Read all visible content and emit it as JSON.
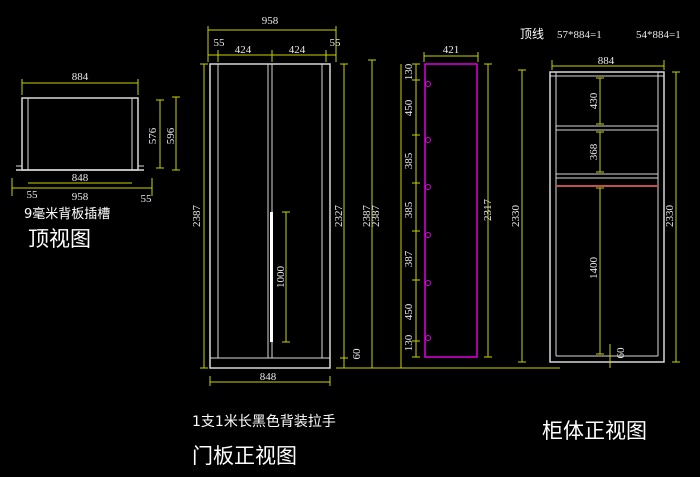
{
  "colors": {
    "background": "#000000",
    "dimension": "#c8d400",
    "panel": "#d7d7d7",
    "highlight": "#e000e0",
    "text": "#ffffff",
    "rail": "#c05050"
  },
  "top_view": {
    "title": "顶视图",
    "note": "9毫米背板插槽",
    "dims": {
      "width": "884",
      "inner": "848",
      "depth_inner": "576",
      "depth": "596",
      "left_margin": "55",
      "overall": "958",
      "right_margin": "55"
    }
  },
  "door_view": {
    "title": "门板正视图",
    "note": "1支1米长黑色背装拉手",
    "dims": {
      "overall": "958",
      "left_edge": "55",
      "left_door": "424",
      "right_door": "424",
      "right_edge": "55",
      "height": "2387",
      "inner_height": "2327",
      "handle": "1000",
      "base": "60",
      "bottom_width": "848"
    }
  },
  "side_strip": {
    "dims": {
      "width": "421",
      "total": "2387",
      "inner": "2317",
      "segments": [
        "130",
        "450",
        "385",
        "385",
        "387",
        "450",
        "130"
      ]
    }
  },
  "cabinet_view": {
    "title": "柜体正视图",
    "top_note_label": "顶线",
    "top_note_a": "57*884=1",
    "top_note_b": "54*884=1",
    "dims": {
      "width": "884",
      "height": "2330",
      "top_section": "430",
      "second_section": "368",
      "hanging": "1400",
      "base": "60"
    }
  }
}
